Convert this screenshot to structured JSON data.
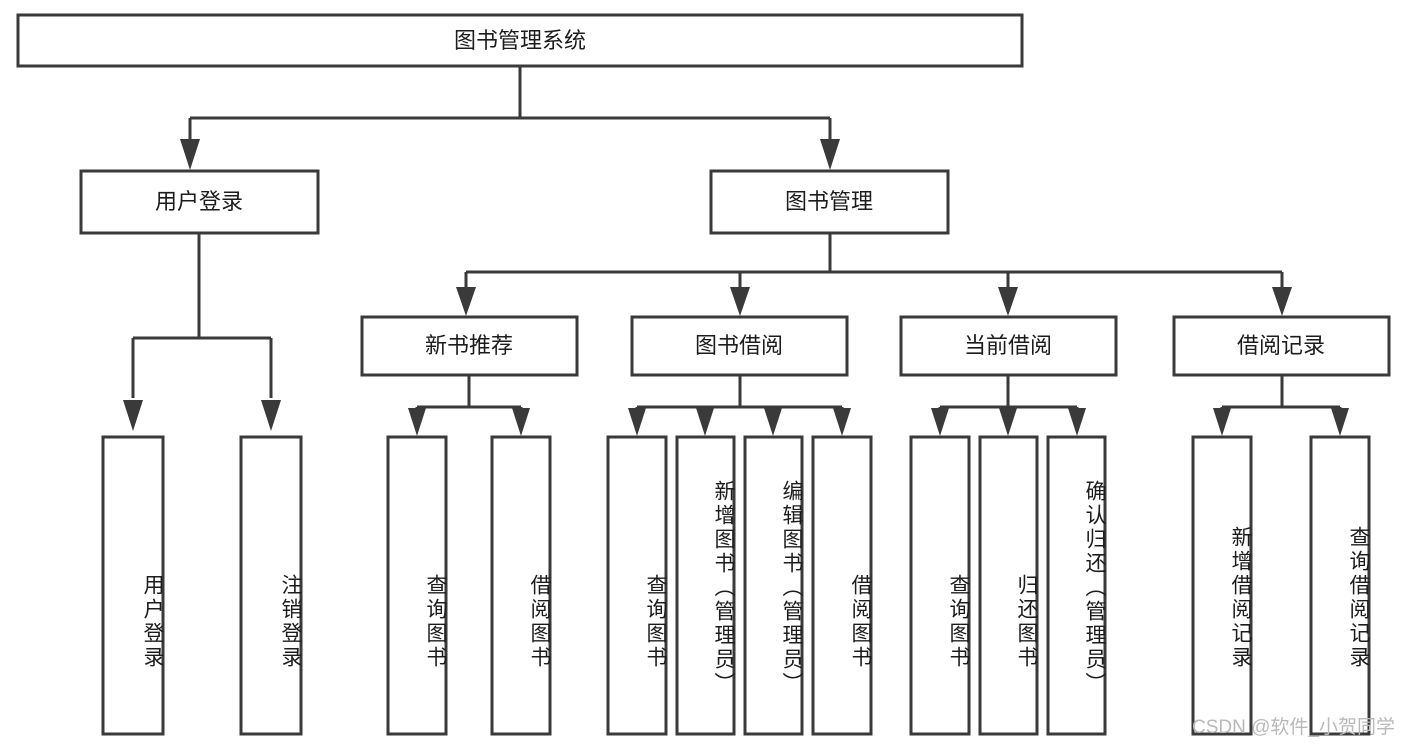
{
  "diagram": {
    "title": "图书管理系统",
    "type": "tree-hierarchy",
    "background_color": "#ffffff",
    "stroke_color": "#3a3a3a",
    "text_color": "#1c1c1c",
    "root": {
      "id": "root",
      "label": "图书管理系统",
      "orientation": "horizontal"
    },
    "level2": [
      {
        "id": "user-login",
        "label": "用户登录",
        "orientation": "horizontal"
      },
      {
        "id": "book-manage",
        "label": "图书管理",
        "orientation": "horizontal"
      }
    ],
    "level3": [
      {
        "id": "new-book-rec",
        "label": "新书推荐",
        "orientation": "horizontal",
        "parent": "book-manage"
      },
      {
        "id": "book-borrow",
        "label": "图书借阅",
        "orientation": "horizontal",
        "parent": "book-manage"
      },
      {
        "id": "current-borrow",
        "label": "当前借阅",
        "orientation": "horizontal",
        "parent": "book-manage"
      },
      {
        "id": "borrow-record",
        "label": "借阅记录",
        "orientation": "horizontal",
        "parent": "book-manage"
      }
    ],
    "leaves": [
      {
        "id": "leaf-user-login",
        "label": "用户登录",
        "orientation": "vertical",
        "parent": "user-login"
      },
      {
        "id": "leaf-logout",
        "label": "注销登录",
        "orientation": "vertical",
        "parent": "user-login"
      },
      {
        "id": "leaf-query-book-1",
        "label": "查询图书",
        "orientation": "vertical",
        "parent": "new-book-rec"
      },
      {
        "id": "leaf-borrow-book-1",
        "label": "借阅图书",
        "orientation": "vertical",
        "parent": "new-book-rec"
      },
      {
        "id": "leaf-query-book-2",
        "label": "查询图书",
        "orientation": "vertical",
        "parent": "book-borrow"
      },
      {
        "id": "leaf-add-book",
        "label": "新增图书（管理员）",
        "orientation": "vertical",
        "parent": "book-borrow"
      },
      {
        "id": "leaf-edit-book",
        "label": "编辑图书（管理员）",
        "orientation": "vertical",
        "parent": "book-borrow"
      },
      {
        "id": "leaf-borrow-book-2",
        "label": "借阅图书",
        "orientation": "vertical",
        "parent": "book-borrow"
      },
      {
        "id": "leaf-query-book-3",
        "label": "查询图书",
        "orientation": "vertical",
        "parent": "current-borrow"
      },
      {
        "id": "leaf-return-book",
        "label": "归还图书",
        "orientation": "vertical",
        "parent": "current-borrow"
      },
      {
        "id": "leaf-confirm-return",
        "label": "确认归还（管理员）",
        "orientation": "vertical",
        "parent": "current-borrow"
      },
      {
        "id": "leaf-add-record",
        "label": "新增借阅记录",
        "orientation": "vertical",
        "parent": "borrow-record"
      },
      {
        "id": "leaf-query-record",
        "label": "查询借阅记录",
        "orientation": "vertical",
        "parent": "borrow-record"
      }
    ],
    "watermark": "CSDN @软件_小贺同学"
  }
}
